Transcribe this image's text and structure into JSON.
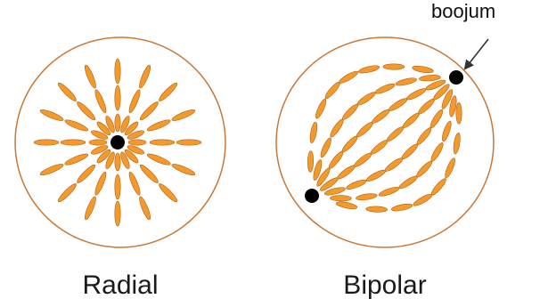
{
  "panels": [
    {
      "id": "radial",
      "caption": "Radial"
    },
    {
      "id": "bipolar",
      "caption": "Bipolar"
    }
  ],
  "annotation": {
    "text": "boojum"
  },
  "colors": {
    "droplet_outline": "#c87937",
    "mesogen_fill": "#f29b2c",
    "mesogen_edge": "#b35e12",
    "defect": "#000000",
    "background": "#ffffff"
  }
}
